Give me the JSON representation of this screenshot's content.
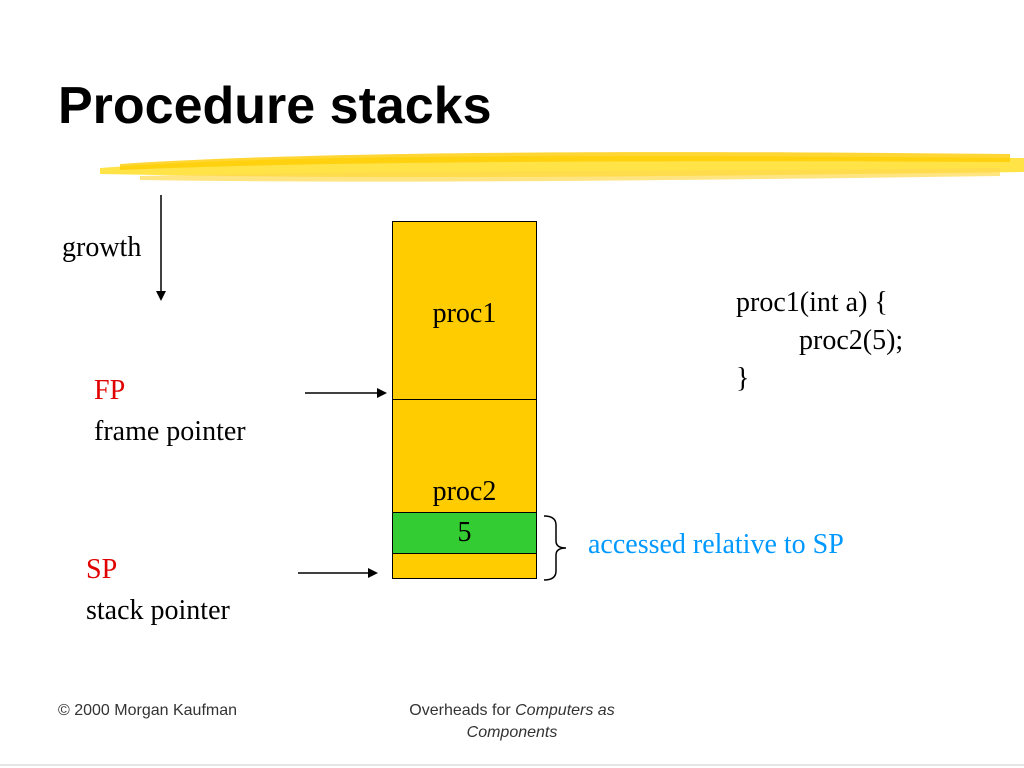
{
  "slide": {
    "title": "Procedure stacks",
    "growth_label": "growth",
    "fp": {
      "abbrev": "FP",
      "description": "frame pointer"
    },
    "sp": {
      "abbrev": "SP",
      "description": "stack pointer"
    },
    "stack": {
      "frame1_label": "proc1",
      "frame2_label": "proc2",
      "param_value": "5"
    },
    "code": {
      "line1": "proc1(int a) {",
      "line2": "         proc2(5);",
      "line3": "}"
    },
    "note": "accessed relative to SP",
    "footer": {
      "copyright": "© 2000 Morgan Kaufman",
      "overheads_prefix": "Overheads for ",
      "book_title": "Computers as Components"
    },
    "colors": {
      "stack_frame": "#ffcc00",
      "param_cell": "#33cc33",
      "pointer_label": "#e00000",
      "note": "#0099ff",
      "title_underline": "#ffd700"
    }
  }
}
